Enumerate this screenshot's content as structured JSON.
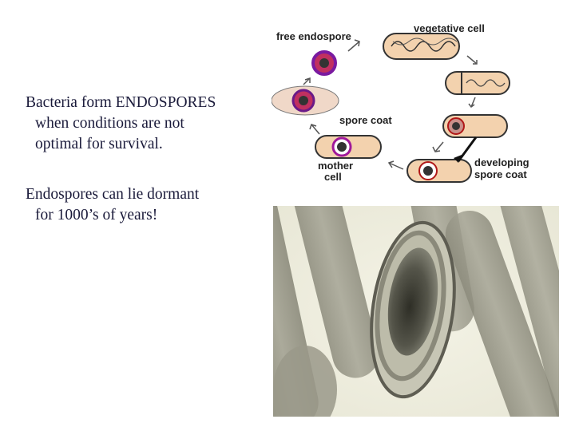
{
  "bullets": [
    {
      "line1": "Bacteria form ENDOSPORES",
      "line2": "when conditions are not",
      "line3": "optimal for survival."
    },
    {
      "line1": "Endospores can lie dormant",
      "line2": "for 1000’s of years!"
    }
  ],
  "figure": {
    "labels": {
      "free_endospore": "free endospore",
      "vegetative_cell": "vegetative cell",
      "spore_coat": "spore coat",
      "mother_cell_1": "mother",
      "mother_cell_2": "cell",
      "developing_1": "developing",
      "developing_2": "spore coat"
    }
  }
}
